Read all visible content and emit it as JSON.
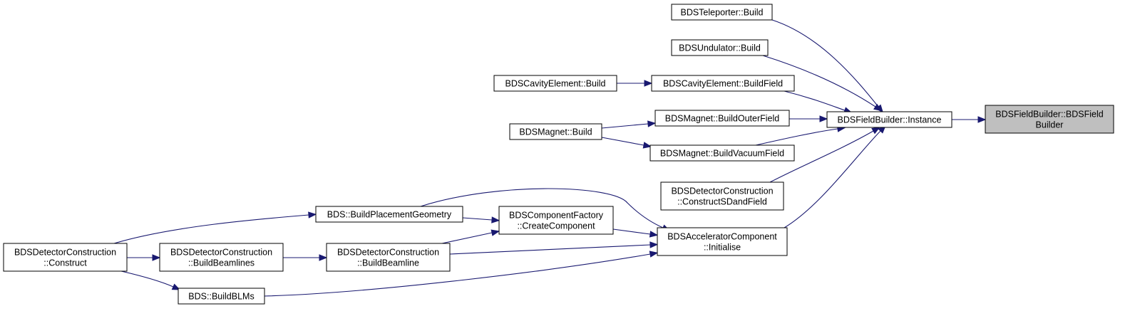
{
  "graph": {
    "edge_color": "#191970",
    "focus_fill": "#bfbfbf",
    "nodes": [
      {
        "id": "focus",
        "lines": [
          "BDSFieldBuilder::BDSField",
          "Builder"
        ],
        "focus": true
      },
      {
        "id": "instance",
        "lines": [
          "BDSFieldBuilder::Instance"
        ]
      },
      {
        "id": "teleporter",
        "lines": [
          "BDSTeleporter::Build"
        ]
      },
      {
        "id": "undulator",
        "lines": [
          "BDSUndulator::Build"
        ]
      },
      {
        "id": "cavityBuildField",
        "lines": [
          "BDSCavityElement::BuildField"
        ]
      },
      {
        "id": "cavityBuild",
        "lines": [
          "BDSCavityElement::Build"
        ]
      },
      {
        "id": "magnetOuter",
        "lines": [
          "BDSMagnet::BuildOuterField"
        ]
      },
      {
        "id": "magnetBuild",
        "lines": [
          "BDSMagnet::Build"
        ]
      },
      {
        "id": "magnetVacuum",
        "lines": [
          "BDSMagnet::BuildVacuumField"
        ]
      },
      {
        "id": "sdField",
        "lines": [
          "BDSDetectorConstruction",
          "::ConstructSDandField"
        ]
      },
      {
        "id": "accInit",
        "lines": [
          "BDSAcceleratorComponent",
          "::Initialise"
        ]
      },
      {
        "id": "placement",
        "lines": [
          "BDS::BuildPlacementGeometry"
        ]
      },
      {
        "id": "factory",
        "lines": [
          "BDSComponentFactory",
          "::CreateComponent"
        ]
      },
      {
        "id": "buildBeamline",
        "lines": [
          "BDSDetectorConstruction",
          "::BuildBeamline"
        ]
      },
      {
        "id": "buildBeamlines",
        "lines": [
          "BDSDetectorConstruction",
          "::BuildBeamlines"
        ]
      },
      {
        "id": "construct",
        "lines": [
          "BDSDetectorConstruction",
          "::Construct"
        ]
      },
      {
        "id": "blms",
        "lines": [
          "BDS::BuildBLMs"
        ]
      }
    ],
    "edges": [
      {
        "from": "instance",
        "to": "focus"
      },
      {
        "from": "teleporter",
        "to": "instance"
      },
      {
        "from": "undulator",
        "to": "instance"
      },
      {
        "from": "cavityBuildField",
        "to": "instance"
      },
      {
        "from": "magnetOuter",
        "to": "instance"
      },
      {
        "from": "magnetVacuum",
        "to": "instance"
      },
      {
        "from": "sdField",
        "to": "instance"
      },
      {
        "from": "accInit",
        "to": "instance"
      },
      {
        "from": "cavityBuild",
        "to": "cavityBuildField"
      },
      {
        "from": "magnetBuild",
        "to": "magnetOuter"
      },
      {
        "from": "magnetBuild",
        "to": "magnetVacuum"
      },
      {
        "from": "placement",
        "to": "accInit"
      },
      {
        "from": "factory",
        "to": "accInit"
      },
      {
        "from": "buildBeamline",
        "to": "accInit"
      },
      {
        "from": "blms",
        "to": "accInit"
      },
      {
        "from": "placement",
        "to": "factory"
      },
      {
        "from": "buildBeamline",
        "to": "factory"
      },
      {
        "from": "construct",
        "to": "placement"
      },
      {
        "from": "construct",
        "to": "buildBeamlines"
      },
      {
        "from": "construct",
        "to": "blms"
      },
      {
        "from": "buildBeamlines",
        "to": "buildBeamline"
      }
    ]
  }
}
